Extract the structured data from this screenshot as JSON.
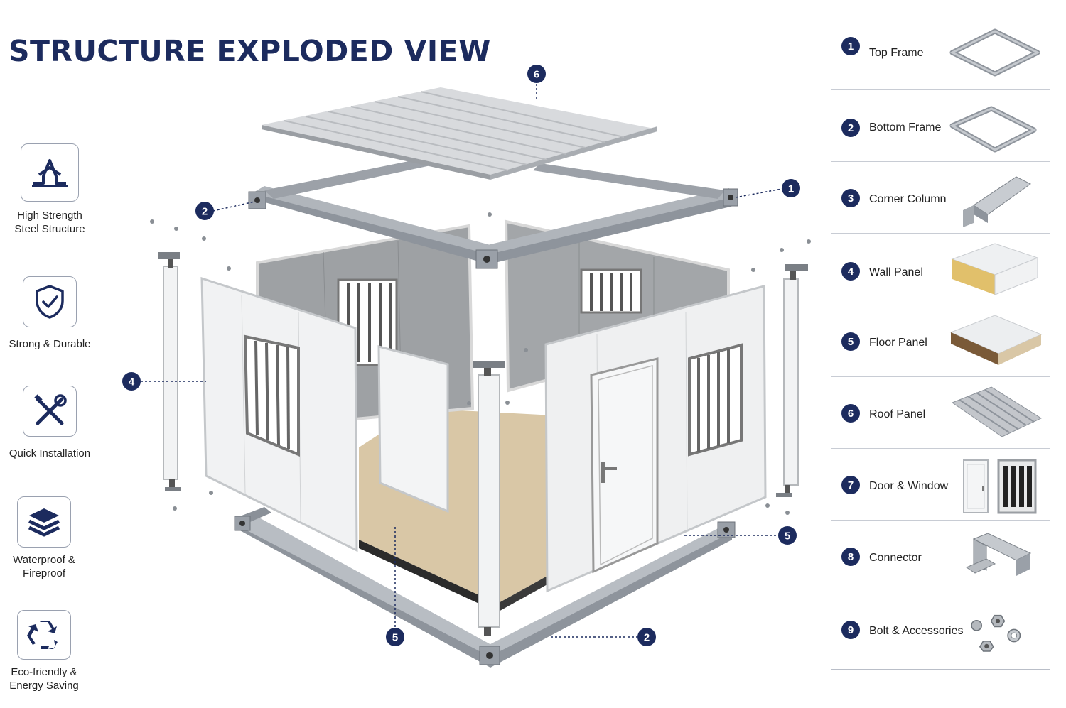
{
  "title": "STRUCTURE EXPLODED VIEW",
  "features": [
    {
      "label": "High Strength\nSteel Structure",
      "icon": "steel-beam-icon"
    },
    {
      "label": "Strong & Durable",
      "icon": "shield-check-icon"
    },
    {
      "label": "Quick Installation",
      "icon": "tools-icon"
    },
    {
      "label": "Waterproof &\nFireproof",
      "icon": "layers-icon"
    },
    {
      "label": "Eco-friendly &\nEnergy Saving",
      "icon": "recycle-icon"
    }
  ],
  "callouts": [
    "6",
    "1",
    "2",
    "4",
    "5",
    "5",
    "2"
  ],
  "legend": [
    {
      "num": "1",
      "name": "Top Frame"
    },
    {
      "num": "2",
      "name": "Bottom Frame"
    },
    {
      "num": "3",
      "name": "Corner Column"
    },
    {
      "num": "4",
      "name": "Wall Panel"
    },
    {
      "num": "5",
      "name": "Floor Panel"
    },
    {
      "num": "6",
      "name": "Roof Panel"
    },
    {
      "num": "7",
      "name": "Door & Window"
    },
    {
      "num": "8",
      "name": "Connector"
    },
    {
      "num": "9",
      "name": "Bolt & Accessories"
    }
  ],
  "colors": {
    "accent": "#1c2b5e",
    "steel": "#9aa0a8",
    "panel": "#f1f2f3",
    "floor": "#d9c7a6"
  }
}
